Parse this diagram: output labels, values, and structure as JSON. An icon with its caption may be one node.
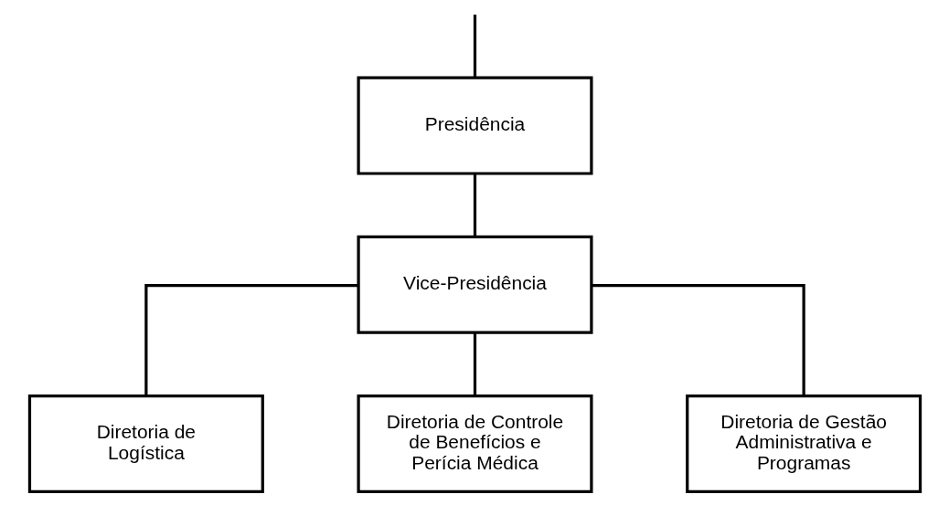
{
  "diagram": {
    "nodes": [
      {
        "text": [
          "Presidência"
        ]
      },
      {
        "text": [
          "Vice-Presidência"
        ]
      },
      {
        "text": [
          "Diretoria de Logística"
        ]
      },
      {
        "text": [
          "Diretoria de Controle de Benefícios e Perícia Médica"
        ]
      },
      {
        "text": [
          "Diretoria de Gestão Administrativa e Programas"
        ]
      }
    ],
    "edges": [
      {
        "from": null,
        "to": 0,
        "arrow": "none"
      },
      {
        "from": 0,
        "to": 1,
        "arrow": "none"
      },
      {
        "from": 1,
        "to": 2,
        "arrow": "none"
      },
      {
        "from": 1,
        "to": 3,
        "arrow": "none"
      },
      {
        "from": 1,
        "to": 4,
        "arrow": "none"
      }
    ]
  }
}
